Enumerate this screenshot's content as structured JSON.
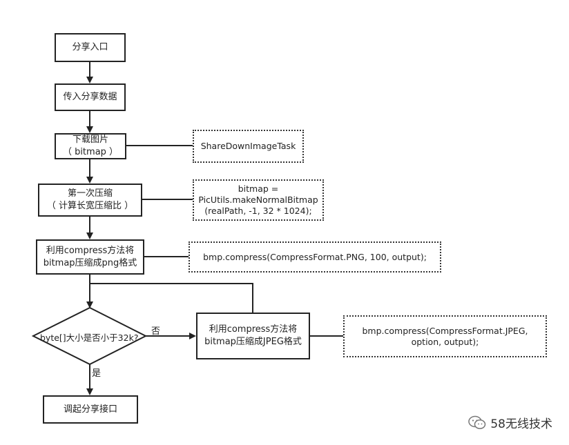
{
  "diagram": {
    "nodes": {
      "entry": "分享入口",
      "pass_data": "传入分享数据",
      "download_line1": "下载图片",
      "download_line2": "（ bitmap ）",
      "first_compress_line1": "第一次压缩",
      "first_compress_line2": "（ 计算长宽压缩比 ）",
      "png_compress_line1": "利用compress方法将",
      "png_compress_line2": "bitmap压缩成png格式",
      "decision": "byte[]大小是否小于32k?",
      "jpeg_compress_line1": "利用compress方法将",
      "jpeg_compress_line2": "bitmap压缩成JPEG格式",
      "invoke_share": "调起分享接口"
    },
    "notes": {
      "download_task": "ShareDownImageTask",
      "make_bitmap_line1": "bitmap =",
      "make_bitmap_line2": "PicUtils.makeNormalBitmap",
      "make_bitmap_line3": "(realPath, -1, 32 * 1024);",
      "png_call": "bmp.compress(CompressFormat.PNG, 100, output);",
      "jpeg_call_line1": "bmp.compress(CompressFormat.JPEG,",
      "jpeg_call_line2": "option, output);"
    },
    "edge_labels": {
      "no": "否",
      "yes": "是"
    }
  },
  "watermark": {
    "text": "58无线技术",
    "icon": "wechat-icon"
  }
}
